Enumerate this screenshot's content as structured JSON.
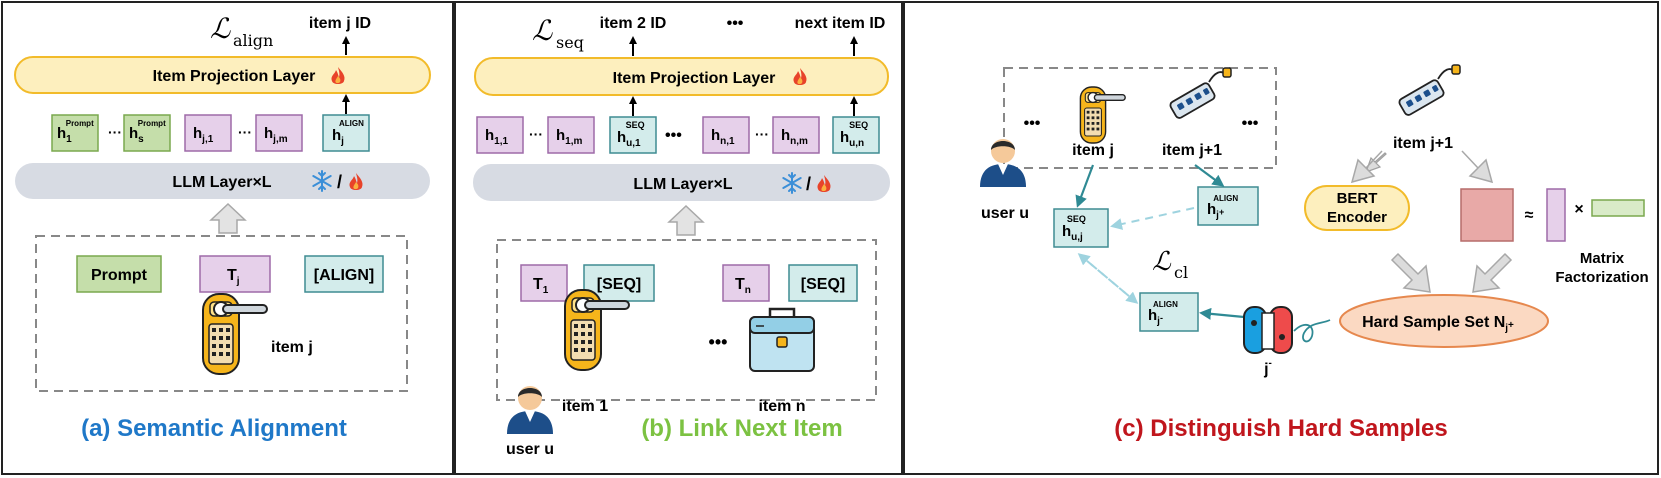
{
  "panel_a": {
    "loss": {
      "sym": "ℒ",
      "sub": "align"
    },
    "output": "item j ID",
    "proj_layer": "Item Projection Layer",
    "h_prompt_1": {
      "base": "h",
      "sub": "1",
      "sup": "Prompt"
    },
    "h_prompt_s": {
      "base": "h",
      "sub": "s",
      "sup": "Prompt"
    },
    "h_j1": {
      "base": "h",
      "sub": "j,1"
    },
    "h_jm": {
      "base": "h",
      "sub": "j,m"
    },
    "h_align": {
      "base": "h",
      "sub": "j",
      "sup": "ALIGN"
    },
    "ellipsis": "···",
    "llm": "LLM Layer×L",
    "slash": "/",
    "prompt": "Prompt",
    "tj": {
      "base": "T",
      "sub": "j"
    },
    "align_tok": "[ALIGN]",
    "item_label": "item j",
    "caption": "(a) Semantic Alignment",
    "caption_color": "#1f78c8"
  },
  "panel_b": {
    "loss": {
      "sym": "ℒ",
      "sub": "seq"
    },
    "out1": "item 2 ID",
    "out_dots": "•••",
    "out2": "next item ID",
    "proj_layer": "Item Projection Layer",
    "h11": {
      "base": "h",
      "sub": "1,1"
    },
    "h1m": {
      "base": "h",
      "sub": "1,m"
    },
    "hu1": {
      "base": "h",
      "sub": "u,1",
      "sup": "SEQ"
    },
    "hn1": {
      "base": "h",
      "sub": "n,1"
    },
    "hnm": {
      "base": "h",
      "sub": "n,m"
    },
    "hun": {
      "base": "h",
      "sub": "u,n",
      "sup": "SEQ"
    },
    "ellipsis": "···",
    "mid_dots": "•••",
    "llm": "LLM Layer×L",
    "slash": "/",
    "t1": {
      "base": "T",
      "sub": "1"
    },
    "seq1": "[SEQ]",
    "tn": {
      "base": "T",
      "sub": "n"
    },
    "seq2": "[SEQ]",
    "item1": "item 1",
    "itemn": "item n",
    "dots": "•••",
    "user": "user u",
    "caption": "(b) Link Next Item",
    "caption_color": "#7cc242"
  },
  "panel_c": {
    "dots_left": "•••",
    "dots_right": "•••",
    "item_j": "item j",
    "item_j1": "item j+1",
    "user": "user u",
    "h_seq": {
      "base": "h",
      "sub": "u,j",
      "sup": "SEQ"
    },
    "h_pos": {
      "base": "h",
      "sub": "j",
      "subsup": "+",
      "sup": "ALIGN"
    },
    "h_neg": {
      "base": "h",
      "sub": "j",
      "subsup": "-",
      "sup": "ALIGN"
    },
    "loss": {
      "sym": "ℒ",
      "sub": "cl"
    },
    "j_neg": {
      "base": "j",
      "sup": "-"
    },
    "item_j1_right": "item j+1",
    "bert_line1": "BERT",
    "bert_line2": "Encoder",
    "approx": "≈",
    "times": "×",
    "mf_line1": "Matrix",
    "mf_line2": "Factorization",
    "hard_set": {
      "text": "Hard Sample Set N",
      "sub": "j",
      "subsup": "+"
    },
    "caption": "(c) Distinguish Hard Samples",
    "caption_color": "#c0161d"
  },
  "colors": {
    "green_fill": "#c5deaa",
    "green_stroke": "#7aa84e",
    "purple_fill": "#e6d0ea",
    "purple_stroke": "#9e6aa8",
    "teal_fill": "#d3eceb",
    "teal_stroke": "#3f8c92",
    "proj_fill": "#fdefbe",
    "proj_stroke": "#f2bb2a",
    "llm_fill": "#d7dbe3",
    "hard_fill": "#fbd9c2",
    "hard_stroke": "#e6884e",
    "arrow_teal": "#2f8a94",
    "arrow_dashed": "#9ed3df"
  }
}
